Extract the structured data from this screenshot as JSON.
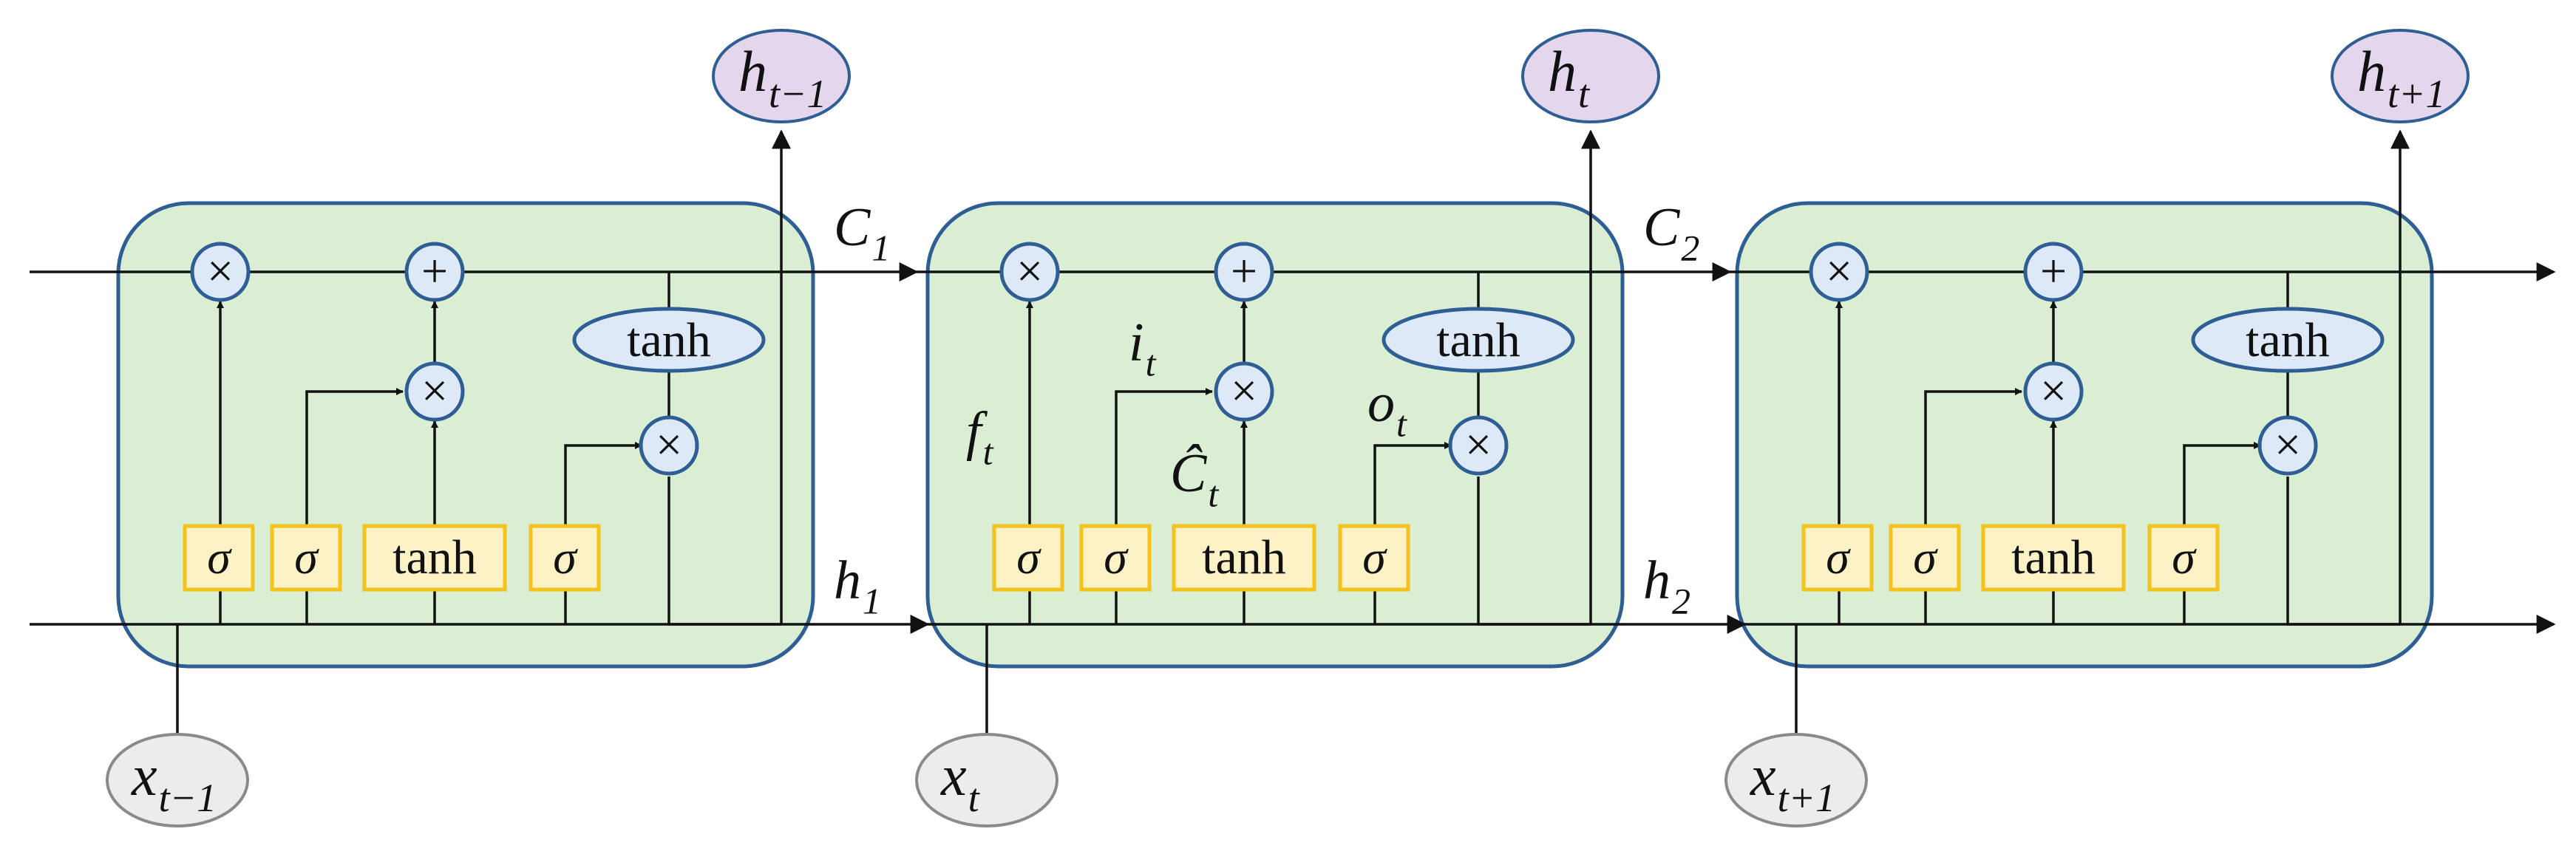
{
  "colors": {
    "cell_fill": "#daeed4",
    "cell_stroke": "#2e5e94",
    "gate_fill": "#fdf2c6",
    "gate_stroke": "#f3c21b",
    "op_fill": "#dde9f6",
    "op_stroke": "#2e5e94",
    "output_fill": "#e4d7ed",
    "input_fill": "#ececec",
    "line": "#111111"
  },
  "symbols": {
    "sigma": "σ",
    "tanh": "tanh",
    "multiply": "×",
    "add": "+"
  },
  "cells": [
    {
      "input": {
        "base": "x",
        "sub": "t−1"
      },
      "output": {
        "base": "h",
        "sub": "t−1"
      }
    },
    {
      "input": {
        "base": "x",
        "sub": "t"
      },
      "output": {
        "base": "h",
        "sub": "t"
      }
    },
    {
      "input": {
        "base": "x",
        "sub": "t+1"
      },
      "output": {
        "base": "h",
        "sub": "t+1"
      }
    }
  ],
  "gate_labels": {
    "forget": {
      "base": "f",
      "sub": "t"
    },
    "input": {
      "base": "i",
      "sub": "t"
    },
    "candidate": {
      "base": "Ĉ",
      "sub": "t"
    },
    "output": {
      "base": "o",
      "sub": "t"
    }
  },
  "connections": [
    {
      "cell_state": {
        "base": "C",
        "sub": "1"
      },
      "hidden": {
        "base": "h",
        "sub": "1"
      }
    },
    {
      "cell_state": {
        "base": "C",
        "sub": "2"
      },
      "hidden": {
        "base": "h",
        "sub": "2"
      }
    }
  ]
}
